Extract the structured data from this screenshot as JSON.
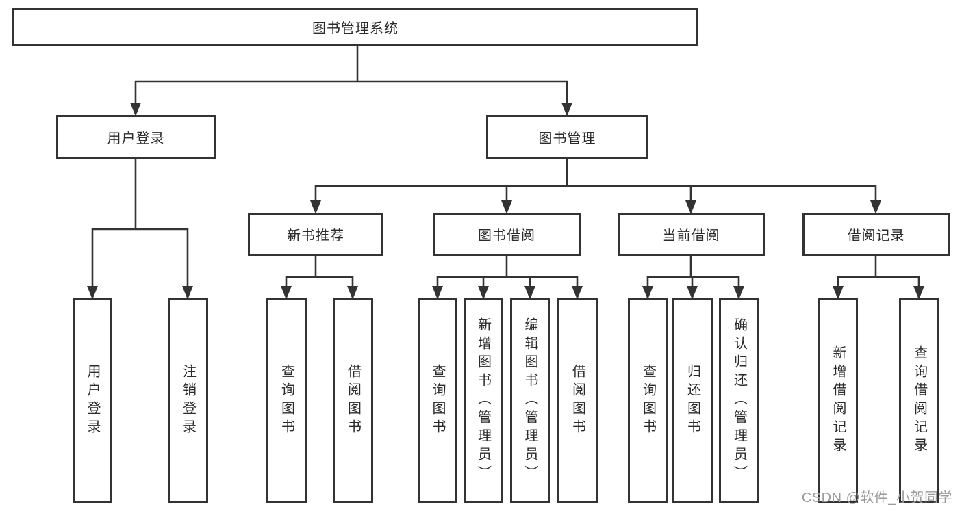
{
  "diagram": {
    "root": {
      "label": "图书管理系统"
    },
    "level2": [
      {
        "id": "user-login",
        "label": "用户登录",
        "parent": "图书管理系统"
      },
      {
        "id": "book-management",
        "label": "图书管理",
        "parent": "图书管理系统"
      }
    ],
    "level3": [
      {
        "id": "new-book-recommend",
        "label": "新书推荐",
        "parent": "图书管理"
      },
      {
        "id": "book-borrow",
        "label": "图书借阅",
        "parent": "图书管理"
      },
      {
        "id": "current-borrow",
        "label": "当前借阅",
        "parent": "图书管理"
      },
      {
        "id": "borrow-records",
        "label": "借阅记录",
        "parent": "图书管理"
      }
    ],
    "leaves": [
      {
        "label": "用户登录",
        "parent": "用户登录"
      },
      {
        "label": "注销登录",
        "parent": "用户登录"
      },
      {
        "label": "查询图书",
        "parent": "新书推荐"
      },
      {
        "label": "借阅图书",
        "parent": "新书推荐"
      },
      {
        "label": "查询图书",
        "parent": "图书借阅"
      },
      {
        "label": "新增图书（管理员）",
        "parent": "图书借阅"
      },
      {
        "label": "编辑图书（管理员）",
        "parent": "图书借阅"
      },
      {
        "label": "借阅图书",
        "parent": "图书借阅"
      },
      {
        "label": "查询图书",
        "parent": "当前借阅"
      },
      {
        "label": "归还图书",
        "parent": "当前借阅"
      },
      {
        "label": "确认归还（管理员）",
        "parent": "当前借阅"
      },
      {
        "label": "新增借阅记录",
        "parent": "借阅记录"
      },
      {
        "label": "查询借阅记录",
        "parent": "借阅记录"
      }
    ]
  },
  "watermark": "CSDN @软件_小贺同学",
  "colors": {
    "line": "#333333",
    "box_border": "#333333",
    "box_fill": "#ffffff",
    "text": "#2b2b2b",
    "watermark": "#9b9b9b",
    "background": "#ffffff"
  }
}
